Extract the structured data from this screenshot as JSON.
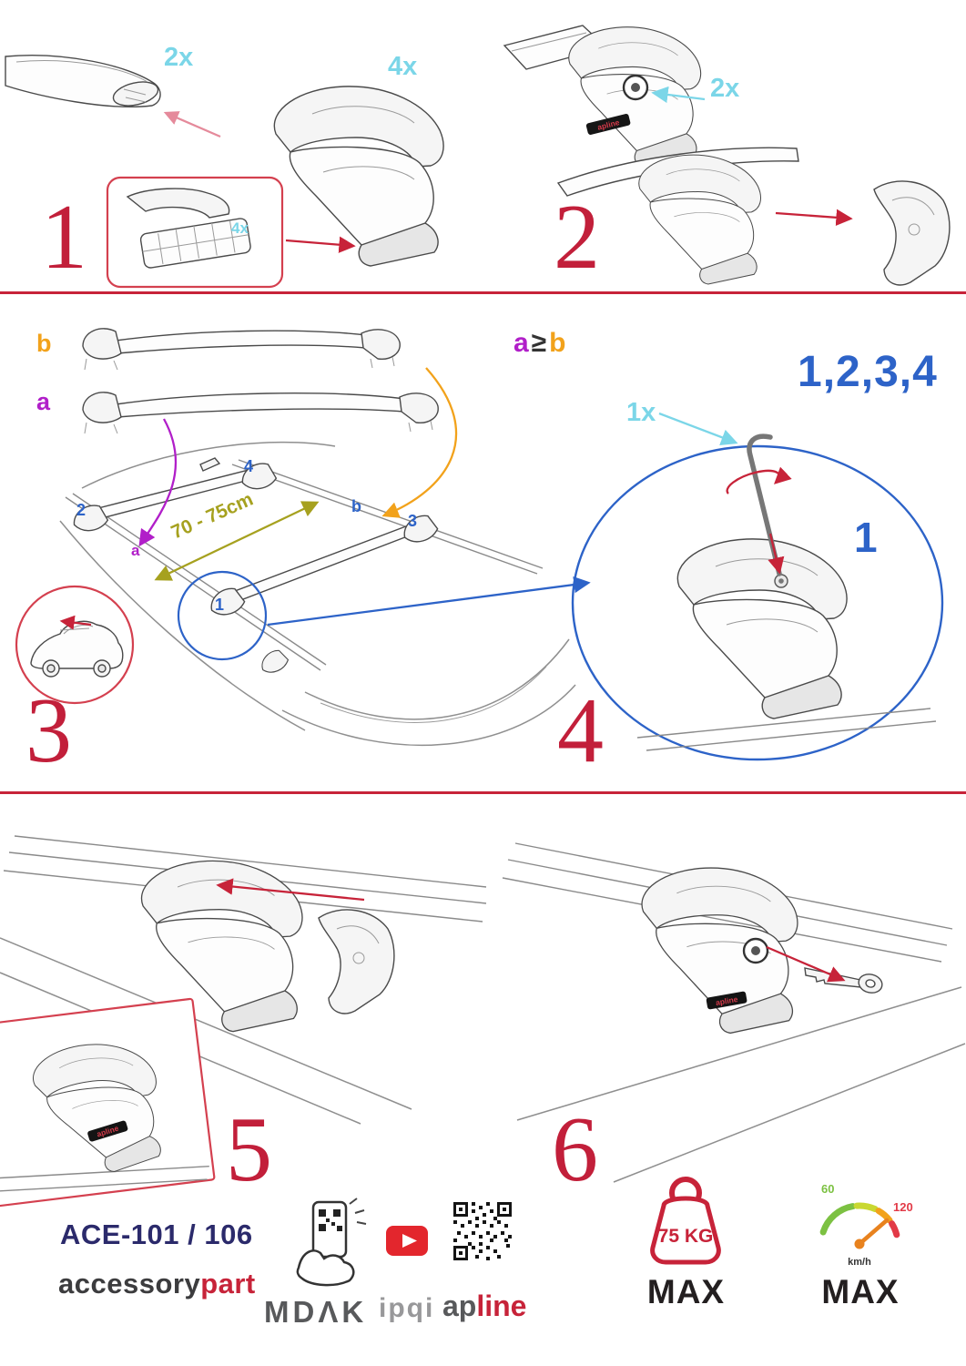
{
  "colors": {
    "red": "#c72339",
    "cyan": "#7bd6e8",
    "blue": "#2d63c8",
    "purple": "#b11fc9",
    "orange": "#f2a21b",
    "olive": "#a6a11f",
    "navy": "#2b2a6b",
    "green": "#7cc142"
  },
  "steps": {
    "s1": {
      "num": "1",
      "bar_qty": "2x",
      "foot_qty": "4x",
      "pad_qty": "4x"
    },
    "s2": {
      "num": "2",
      "lock_qty": "2x",
      "badge": "apline"
    },
    "s3": {
      "num": "3",
      "label_b": "b",
      "label_a": "a",
      "distance": "70 - 75cm",
      "pos1": "1",
      "pos2": "2",
      "pos3": "3",
      "pos4": "4",
      "roof_a": "a",
      "roof_b": "b"
    },
    "s4": {
      "num": "4",
      "rule_a": "a",
      "rule_ge": "≥",
      "rule_b": "b",
      "order": "1,2,3,4",
      "tool_qty": "1x",
      "ref": "1"
    },
    "s5": {
      "num": "5",
      "badge": "apline"
    },
    "s6": {
      "num": "6",
      "badge": "apline"
    }
  },
  "footer": {
    "model": "ACE-101 / 106",
    "brand_accessory": "accessory",
    "brand_part": "part",
    "mdak": "MDΛK",
    "ipqi": "ipqi",
    "apline_ap": "ap",
    "apline_line": "line",
    "weight": "75 KG",
    "weight_max": "MAX",
    "speed_low": "60",
    "speed_high": "120",
    "speed_unit": "km/h",
    "speed_max": "MAX"
  }
}
